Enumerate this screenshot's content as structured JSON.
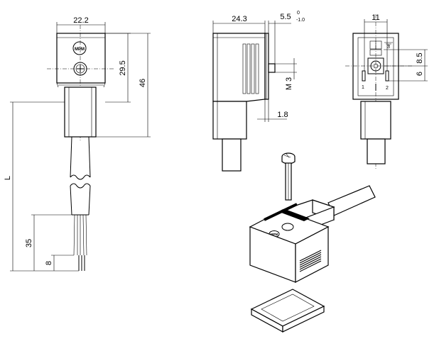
{
  "front_view": {
    "width_dim": "22.2",
    "height_dim": "29.5",
    "total_height_dim": "46",
    "length_dim": "L",
    "strip_dim": "35",
    "end_dim": "8",
    "logo_text": "MPM"
  },
  "side_view": {
    "width_dim": "24.3",
    "tab_dim": "5.5",
    "tol_upper": "0",
    "tol_lower": "-1.0",
    "thread_dim": "M 3",
    "gap_dim": "1.8"
  },
  "end_view": {
    "width_dim": "11",
    "pin_dim_1": "8.5",
    "pin_dim_2": "6",
    "pin_label_1": "1",
    "pin_label_2": "2",
    "pin_label_3": "3"
  },
  "iso_view": {
    "logo_text": "MPM"
  }
}
